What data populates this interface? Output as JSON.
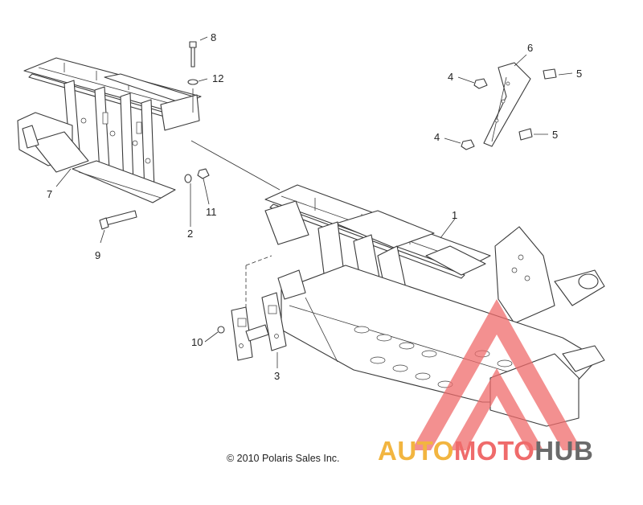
{
  "callouts": [
    {
      "id": "callout-1",
      "label": "1"
    },
    {
      "id": "callout-2",
      "label": "2"
    },
    {
      "id": "callout-3",
      "label": "3"
    },
    {
      "id": "callout-4a",
      "label": "4"
    },
    {
      "id": "callout-4b",
      "label": "4"
    },
    {
      "id": "callout-5a",
      "label": "5"
    },
    {
      "id": "callout-5b",
      "label": "5"
    },
    {
      "id": "callout-6",
      "label": "6"
    },
    {
      "id": "callout-7",
      "label": "7"
    },
    {
      "id": "callout-8",
      "label": "8"
    },
    {
      "id": "callout-9",
      "label": "9"
    },
    {
      "id": "callout-10",
      "label": "10"
    },
    {
      "id": "callout-11",
      "label": "11"
    },
    {
      "id": "callout-12",
      "label": "12"
    }
  ],
  "copyright": "© 2010 Polaris Sales Inc.",
  "watermark": {
    "part1": "AUTO",
    "part2": "MOTO",
    "part3": "HUB",
    "colors": {
      "auto": "#f2b540",
      "moto": "#ef6b6b",
      "hub": "#6a6a6a",
      "triangle": "#ef6b6b"
    }
  }
}
